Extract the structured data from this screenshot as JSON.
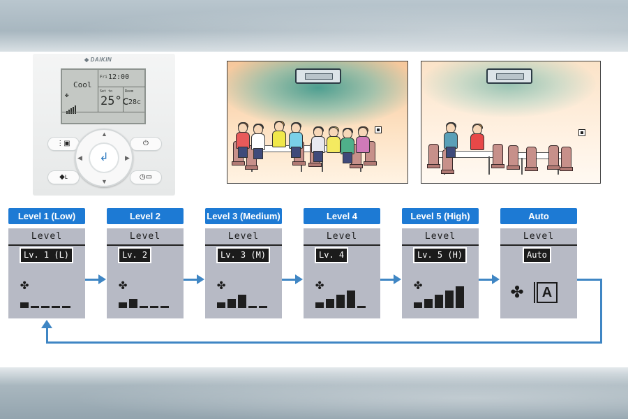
{
  "remote": {
    "brand": "DAIKIN",
    "mode": "Cool",
    "day": "Fri",
    "time": "12:00",
    "set_label": "Set to",
    "room_label": "Room",
    "set_temp": "25°c",
    "room_temp": "28c"
  },
  "levels": [
    {
      "label": "Level 1 (Low)",
      "screen_title": "Level",
      "screen_value": "Lv. 1 (L)",
      "bars": 1,
      "total_bars": 5
    },
    {
      "label": "Level 2",
      "screen_title": "Level",
      "screen_value": "Lv. 2",
      "bars": 2,
      "total_bars": 5
    },
    {
      "label": "Level 3 (Medium)",
      "screen_title": "Level",
      "screen_value": "Lv. 3 (M)",
      "bars": 3,
      "total_bars": 5
    },
    {
      "label": "Level 4",
      "screen_title": "Level",
      "screen_value": "Lv. 4",
      "bars": 4,
      "total_bars": 5
    },
    {
      "label": "Level 5 (High)",
      "screen_title": "Level",
      "screen_value": "Lv. 5 (H)",
      "bars": 5,
      "total_bars": 5
    },
    {
      "label": "Auto",
      "screen_title": "Level",
      "screen_value": "Auto",
      "icon": "auto-fan-icon"
    }
  ],
  "colors": {
    "label_bg": "#1d7ad4",
    "panel_bg": "#b7bac5",
    "arrow": "#3f86c4"
  },
  "icons": [
    "fan-icon",
    "auto-fan-icon",
    "ceiling-cassette-unit-icon",
    "sensor-icon",
    "menu-icon",
    "power-icon",
    "enter-icon",
    "timer-icon"
  ]
}
